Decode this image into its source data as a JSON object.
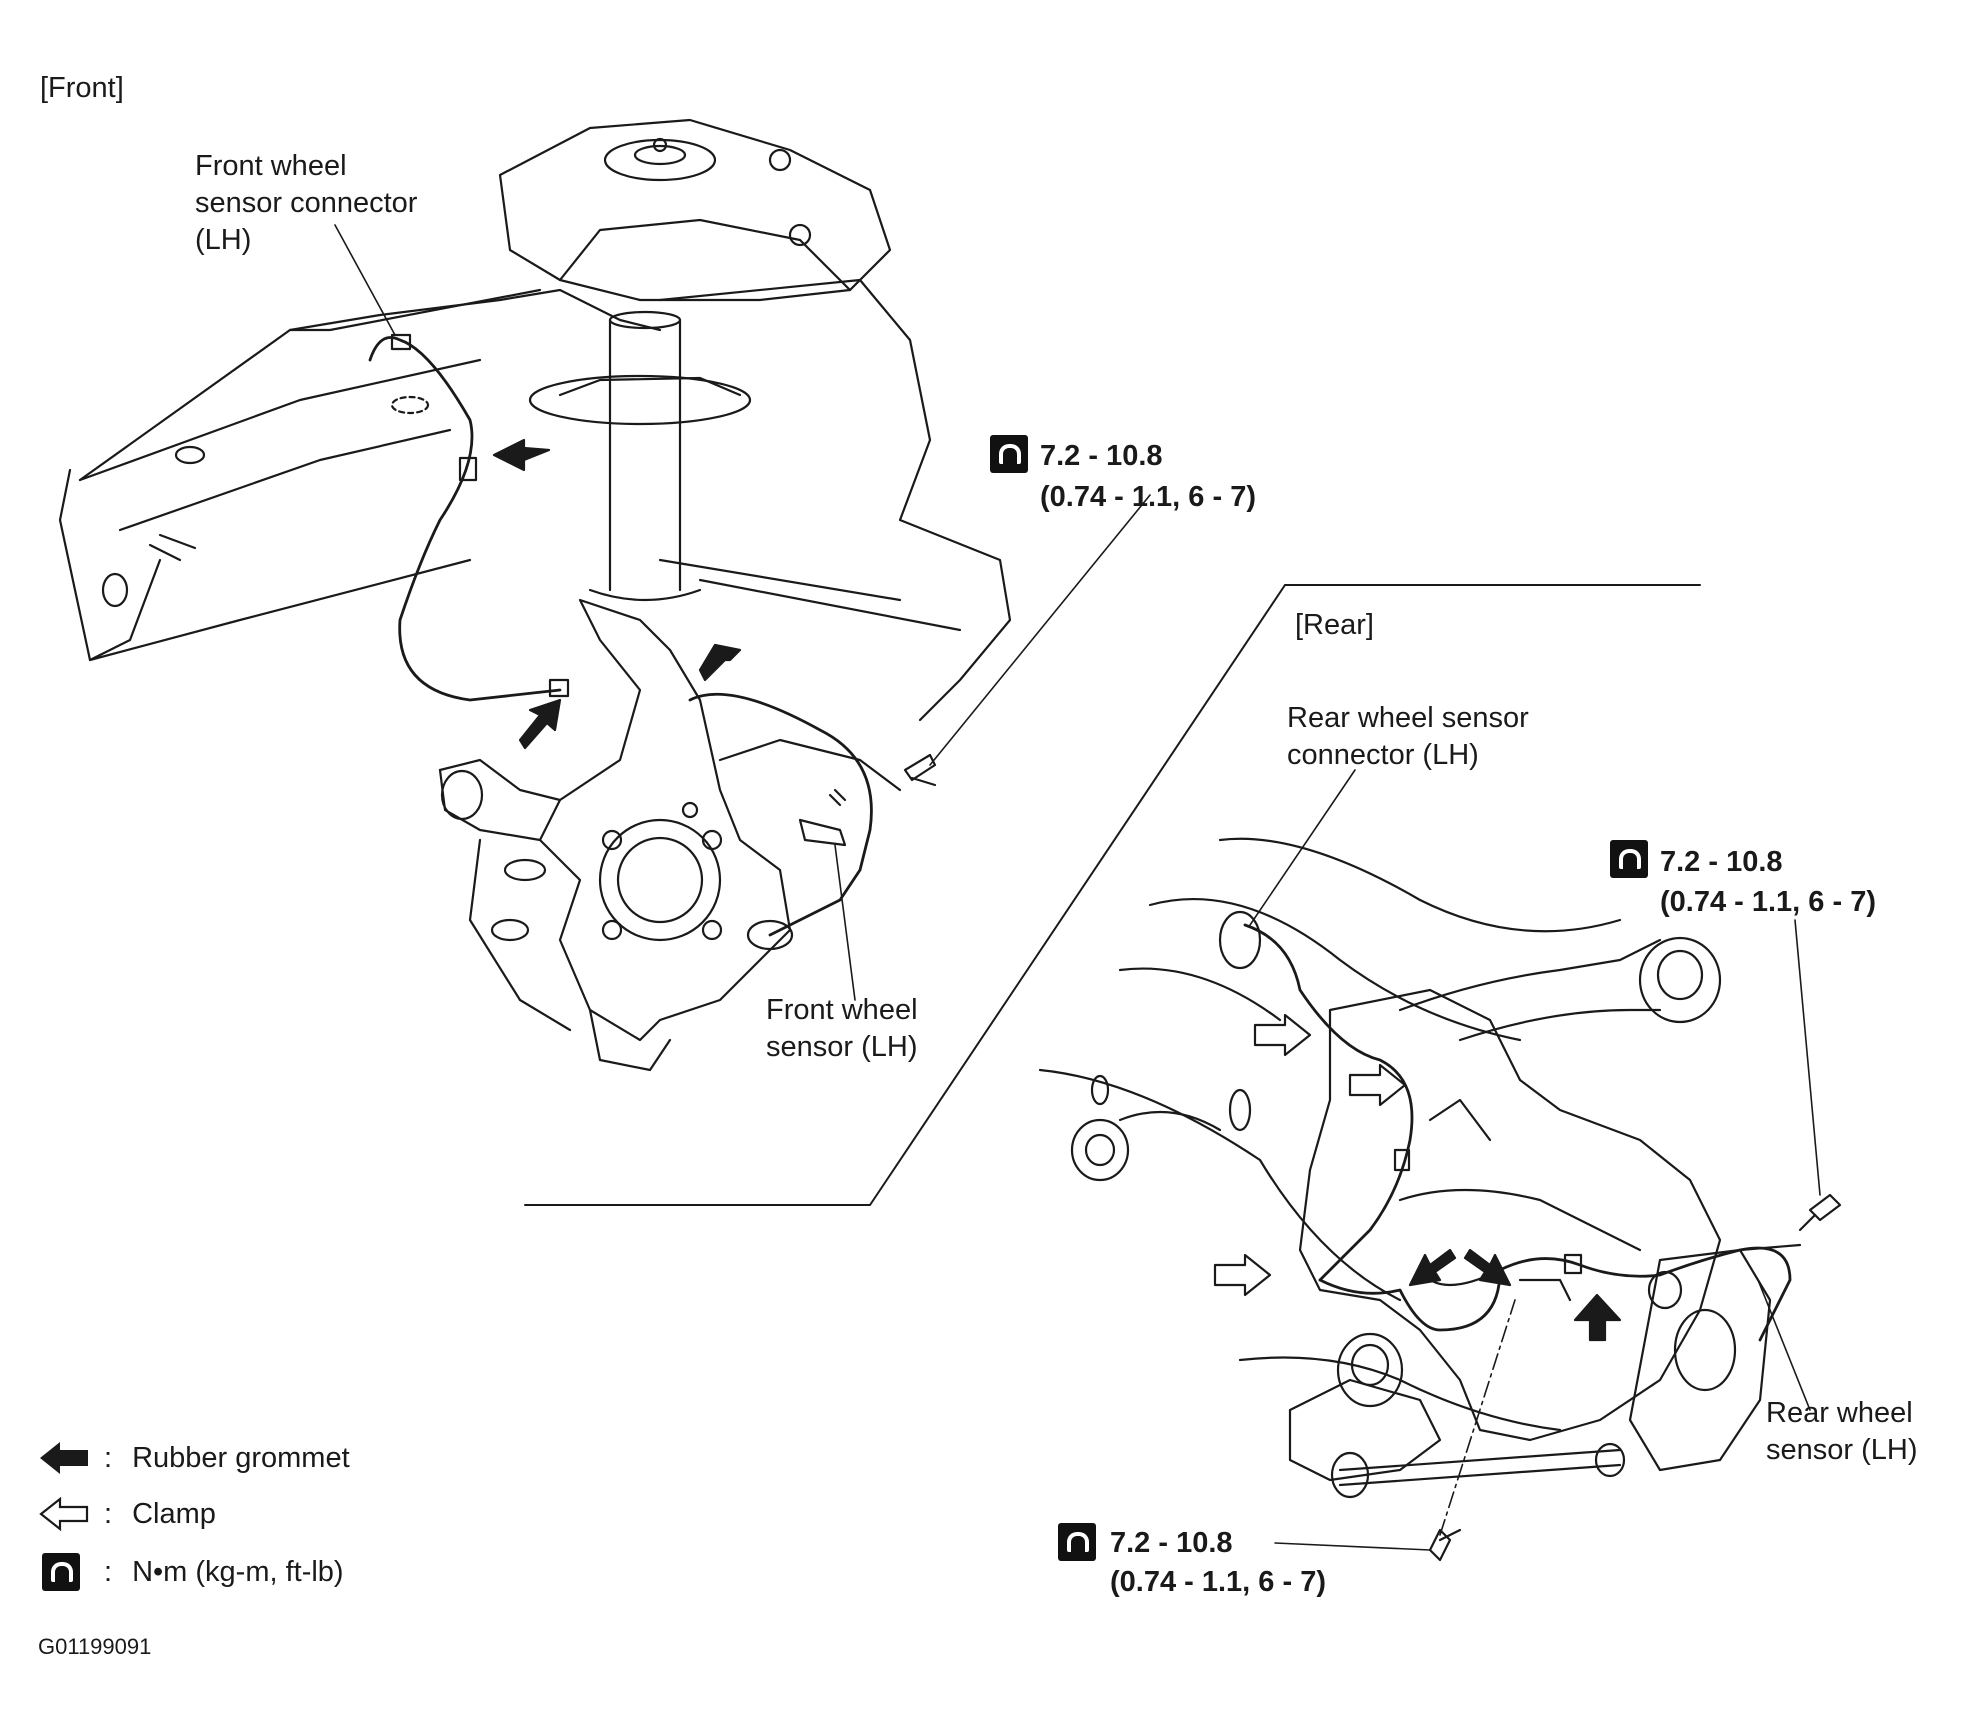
{
  "front": {
    "section_title": "[Front]",
    "connector_label": [
      "Front wheel",
      "sensor connector",
      "(LH)"
    ],
    "sensor_label": [
      "Front wheel",
      "sensor (LH)"
    ],
    "torque_value": "7.2 - 10.8",
    "torque_alt": "(0.74 - 1.1, 6 - 7)"
  },
  "rear": {
    "section_title": "[Rear]",
    "connector_label": [
      "Rear wheel sensor",
      "connector (LH)"
    ],
    "sensor_label": [
      "Rear wheel",
      "sensor (LH)"
    ],
    "torque_top_value": "7.2 - 10.8",
    "torque_top_alt": "(0.74 - 1.1, 6 - 7)",
    "torque_bottom_value": "7.2 - 10.8",
    "torque_bottom_alt": "(0.74 - 1.1, 6 - 7)"
  },
  "legend": [
    {
      "icon": "solid-arrow-icon",
      "text": "Rubber grommet"
    },
    {
      "icon": "hollow-arrow-icon",
      "text": "Clamp"
    },
    {
      "icon": "torque-wrench-icon",
      "text": "N•m (kg-m, ft-lb)"
    }
  ],
  "figure_code": "G01199091",
  "colors": {
    "ink": "#1a1a1a",
    "paper": "#ffffff"
  }
}
